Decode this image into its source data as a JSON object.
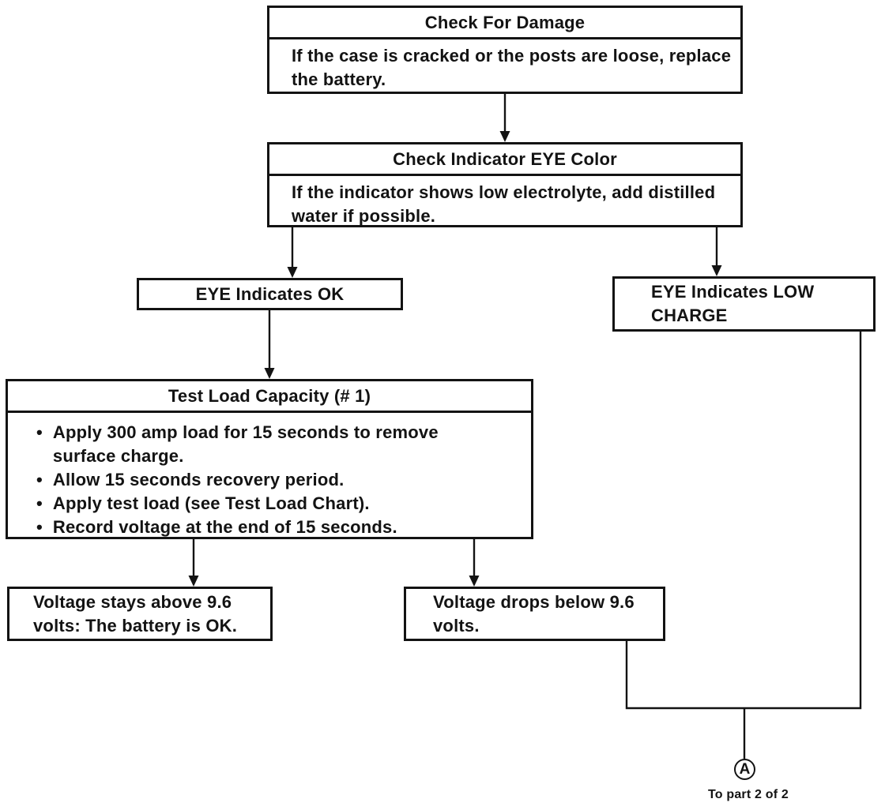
{
  "bullet_char": "•",
  "colors": {
    "ink": "#131313",
    "background": "#ffffff"
  },
  "nodes": {
    "check_damage": {
      "title": "Check For Damage",
      "body": "If the case is cracked or the posts are loose, replace the battery."
    },
    "check_eye": {
      "title": "Check Indicator EYE Color",
      "body": "If the indicator shows low electrolyte, add distilled water if possible."
    },
    "eye_ok": {
      "label": "EYE Indicates OK"
    },
    "eye_low": {
      "label": "EYE Indicates LOW CHARGE"
    },
    "test_load": {
      "title": "Test Load Capacity (# 1)",
      "bullets": [
        "Apply 300 amp load for 15 seconds to remove surface charge.",
        "Allow 15 seconds recovery period.",
        "Apply test load (see Test Load Chart).",
        "Record voltage at the end of 15 seconds."
      ]
    },
    "volt_ok": {
      "label": "Voltage stays above 9.6 volts: The battery is OK."
    },
    "volt_low": {
      "label": "Voltage drops below 9.6 volts."
    }
  },
  "connector": {
    "label": "A",
    "caption": "To part 2 of 2"
  }
}
